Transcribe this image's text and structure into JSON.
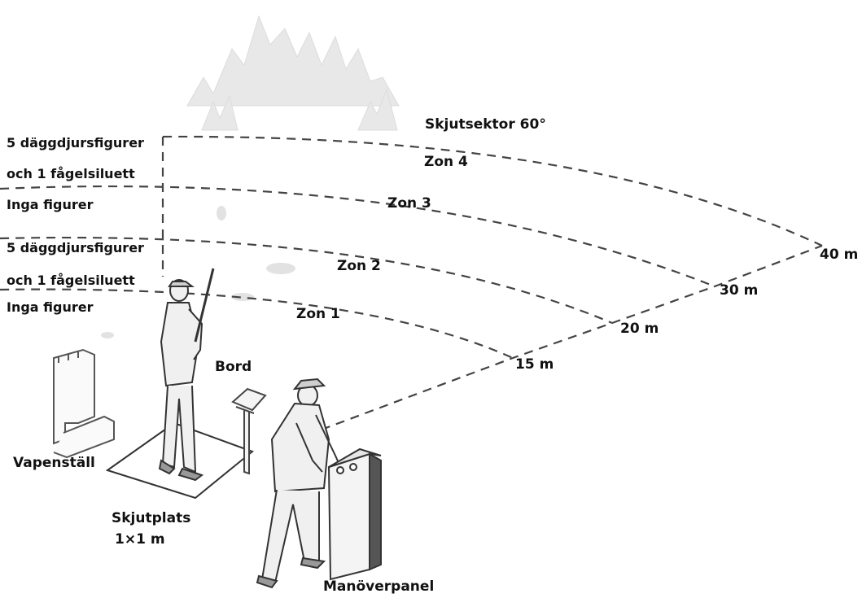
{
  "sector_label": "Skjutsektor 60°",
  "zones": [
    "Zon 1",
    "Zon 2",
    "Zon 3",
    "Zon 4"
  ],
  "distances": [
    "15 m",
    "20 m",
    "30 m",
    "40 m"
  ],
  "left_labels": {
    "zone4_line1": "5 däggdjursfigurer",
    "zone4_line2": "och 1 fågelsiluett",
    "zone3": "Inga figurer",
    "zone2_line1": "5 däggdjursfigurer",
    "zone2_line2": "och 1 fågelsiluett",
    "zone1": "Inga figurer"
  },
  "equipment": {
    "table": "Bord",
    "rack": "Vapenställ",
    "platform_line1": "Skjutplats",
    "platform_line2": "1×1 m",
    "panel": "Manöverpanel"
  }
}
